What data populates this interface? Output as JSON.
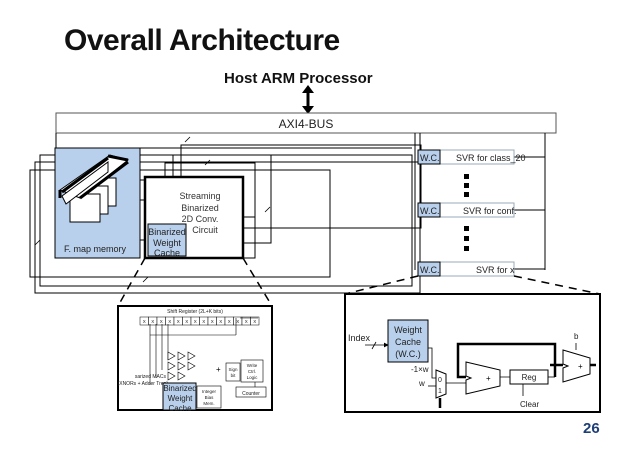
{
  "slide": {
    "title": "Overall Architecture",
    "host_label": "Host ARM Processor",
    "page_number": "26"
  },
  "top": {
    "bus_label": "AXI4-BUS",
    "fmap_label": "F. map memory",
    "streaming_lines": [
      "Streaming",
      "Binarized",
      "2D Conv.",
      "Circuit"
    ],
    "cache_lines": [
      "Binarized",
      "Weight",
      "Cache"
    ],
    "svr_rows": [
      {
        "wc": "W.C.",
        "label": "SVR for class_20"
      },
      {
        "wc": "W.C.",
        "label": "SVR for conf."
      },
      {
        "wc": "W.C.",
        "label": "SVR for x"
      }
    ]
  },
  "detail_left": {
    "shift_register_label": "Shift Register (2L+K bits)",
    "cells": [
      "X",
      "X",
      "X",
      "X",
      "X",
      "X",
      "X",
      "X",
      "X",
      "X",
      "X",
      "X",
      "X",
      "X"
    ],
    "mac_lines": [
      "sarized MACs",
      "(XNORs + Adder Tree)"
    ],
    "sign_lines": [
      "Sign",
      "bit"
    ],
    "write_lines": [
      "Write",
      "Ctrl.",
      "Logic"
    ],
    "integer_lines": [
      "Integer",
      "Bias",
      "Mem."
    ],
    "counter_label": "Counter",
    "cache_lines": [
      "Binarized",
      "Weight",
      "Cache"
    ],
    "plus_label": "+"
  },
  "detail_right": {
    "index_label": "Index",
    "wc_lines": [
      "Weight",
      "Cache",
      "(W.C.)"
    ],
    "neg_label": "-1×w",
    "w_label": "w",
    "mux_top": "0",
    "mux_bottom": "1",
    "adder_label": "+",
    "reg_label": "Reg",
    "clear_label": "Clear",
    "b_label": "b",
    "adder2_label": "+"
  },
  "colors": {
    "fmap_fill": "#b8d0ec",
    "wc_fill": "#b8d0ec",
    "title_text": "#111111",
    "page_number": "#1f3f77"
  }
}
